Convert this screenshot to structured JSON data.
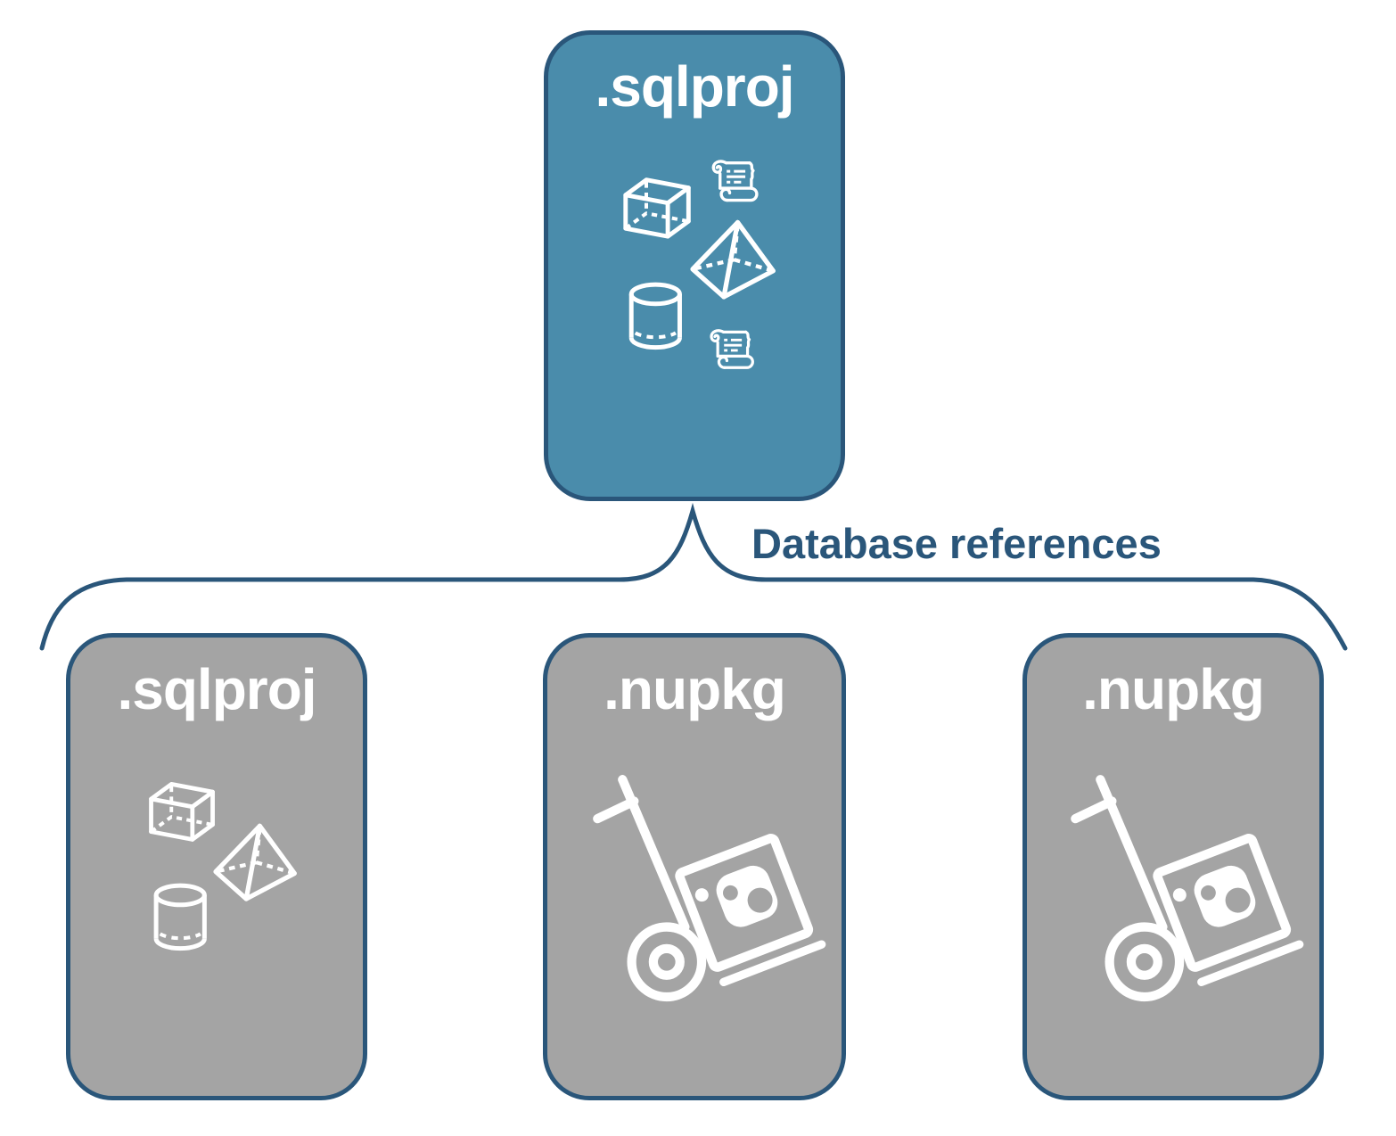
{
  "diagram": {
    "root": {
      "label": ".sqlproj",
      "icons": [
        "cube",
        "script-scroll",
        "pyramid",
        "cylinder",
        "script-scroll"
      ],
      "fill": "#4A8CAB"
    },
    "connector": {
      "label": "Database references",
      "color": "#2A567A",
      "shape": "curly-brace"
    },
    "children": [
      {
        "label": ".sqlproj",
        "icons": [
          "cube",
          "pyramid",
          "cylinder"
        ],
        "fill": "#A4A4A4"
      },
      {
        "label": ".nupkg",
        "icons": [
          "package-dolly"
        ],
        "fill": "#A4A4A4"
      },
      {
        "label": ".nupkg",
        "icons": [
          "package-dolly"
        ],
        "fill": "#A4A4A4"
      }
    ],
    "colors": {
      "outline": "#2A567A",
      "icon": "#FFFFFF",
      "background": "#FFFFFF"
    }
  }
}
